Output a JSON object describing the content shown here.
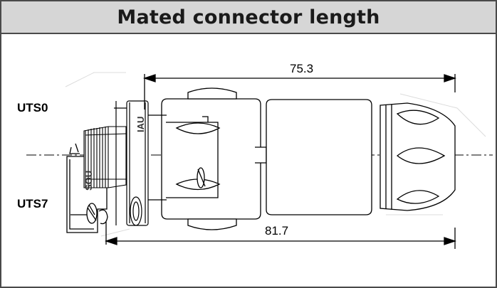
{
  "header": {
    "title": "Mated connector length"
  },
  "labels": {
    "top_variant": "UTS0",
    "bottom_variant": "UTS7"
  },
  "dimensions": {
    "upper": "75.3",
    "lower": "81.7"
  },
  "markings": {
    "panel_nut": "IAU",
    "receptacle": "SOU"
  },
  "colors": {
    "line": "#000000",
    "header_bg": "#d6d6d6",
    "border": "#4a4a4a",
    "ghost": "#d9d9d9"
  }
}
